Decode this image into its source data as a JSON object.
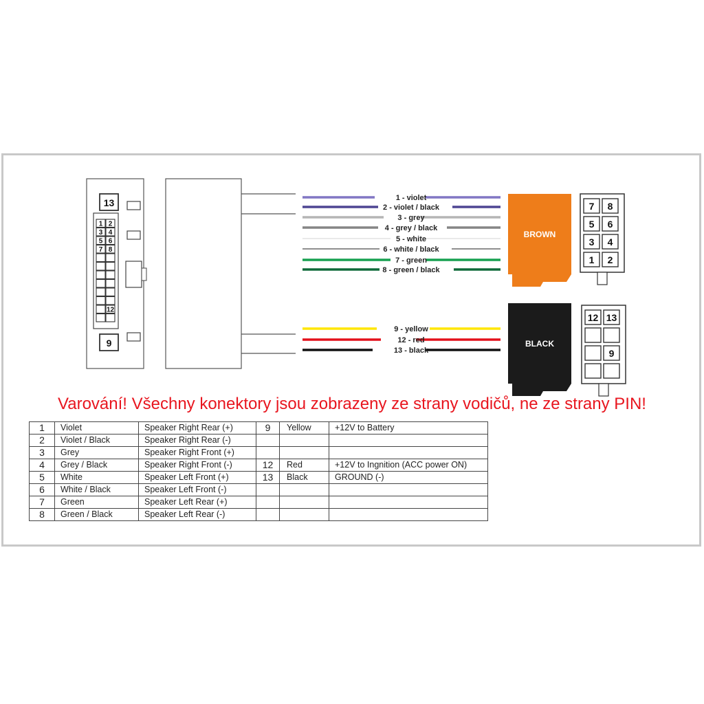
{
  "wires": [
    {
      "label": "1 - violet",
      "color": "#8177c4"
    },
    {
      "label": "2 - violet / black",
      "color": "#4e4693"
    },
    {
      "label": "3 - grey",
      "color": "#b5b5b5"
    },
    {
      "label": "4 - grey / black",
      "color": "#858585"
    },
    {
      "label": "5 - white",
      "color": "#e6e6e6"
    },
    {
      "label": "6 - white / black",
      "color": "#4a4a4a"
    },
    {
      "label": "7 - green",
      "color": "#17a050"
    },
    {
      "label": "8 - green / black",
      "color": "#0f6a3a"
    },
    {
      "label": "9 - yellow",
      "color": "#ffe600"
    },
    {
      "label": "12 - red",
      "color": "#e3111b"
    },
    {
      "label": "13 - black",
      "color": "#111111"
    }
  ],
  "main_connector": {
    "top_pin": "13",
    "bottom_pin": "9",
    "grid_pins": [
      [
        "1",
        "2"
      ],
      [
        "3",
        "4"
      ],
      [
        "5",
        "6"
      ],
      [
        "7",
        "8"
      ],
      [
        "",
        ""
      ],
      [
        "",
        ""
      ],
      [
        "",
        ""
      ],
      [
        "",
        ""
      ],
      [
        "",
        ""
      ],
      [
        "",
        ""
      ],
      [
        "",
        "12"
      ],
      [
        "",
        ""
      ]
    ]
  },
  "brown_connector": {
    "name": "BROWN",
    "color": "#ee7d1a",
    "pins": [
      [
        "7",
        "8"
      ],
      [
        "5",
        "6"
      ],
      [
        "3",
        "4"
      ],
      [
        "1",
        "2"
      ]
    ]
  },
  "black_connector": {
    "name": "BLACK",
    "color": "#1b1b1b",
    "pins": [
      [
        "12",
        "13"
      ],
      [
        "",
        ""
      ],
      [
        "",
        "9"
      ],
      [
        "",
        ""
      ]
    ]
  },
  "warning": "Varování! Všechny konektory jsou zobrazeny ze strany vodičů, ne ze strany PIN!",
  "table": {
    "rows": [
      [
        "1",
        "Violet",
        "Speaker Right Rear (+)",
        "9",
        "Yellow",
        "+12V to Battery"
      ],
      [
        "2",
        "Violet / Black",
        "Speaker Right Rear (-)",
        "",
        "",
        ""
      ],
      [
        "3",
        "Grey",
        "Speaker Right Front (+)",
        "",
        "",
        ""
      ],
      [
        "4",
        "Grey / Black",
        "Speaker Right Front (-)",
        "12",
        "Red",
        "+12V to Ingnition (ACC power ON)"
      ],
      [
        "5",
        "White",
        "Speaker Left Front (+)",
        "13",
        "Black",
        "GROUND (-)"
      ],
      [
        "6",
        "White / Black",
        "Speaker Left Front (-)",
        "",
        "",
        ""
      ],
      [
        "7",
        "Green",
        "Speaker Left Rear (+)",
        "",
        "",
        ""
      ],
      [
        "8",
        "Green / Black",
        "Speaker Left Rear (-)",
        "",
        "",
        ""
      ]
    ]
  }
}
